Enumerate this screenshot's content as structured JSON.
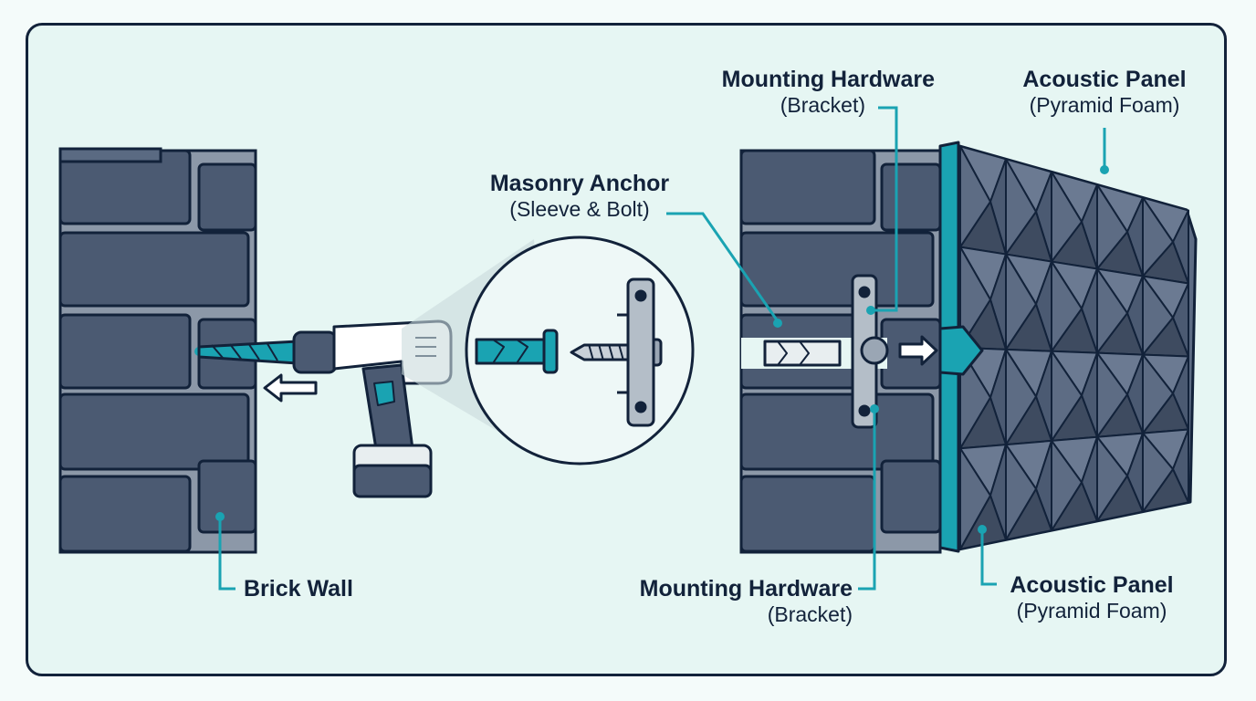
{
  "labels": {
    "brick_wall": {
      "title": "Brick Wall"
    },
    "masonry_anchor": {
      "title": "Masonry Anchor",
      "sub": "(Sleeve & Bolt)"
    },
    "hardware_top": {
      "title": "Mounting Hardware",
      "sub": "(Bracket)"
    },
    "panel_top": {
      "title": "Acoustic Panel",
      "sub": "(Pyramid Foam)"
    },
    "hardware_bottom": {
      "title": "Mounting Hardware",
      "sub": "(Bracket)"
    },
    "panel_bottom": {
      "title": "Acoustic Panel",
      "sub": "(Pyramid Foam)"
    }
  },
  "colors": {
    "brick": "#4b5a72",
    "outline": "#12223a",
    "mortar": "#8c98a8",
    "accent": "#1aa3b2",
    "background": "#e6f6f3",
    "foam": "#5d6c84"
  }
}
